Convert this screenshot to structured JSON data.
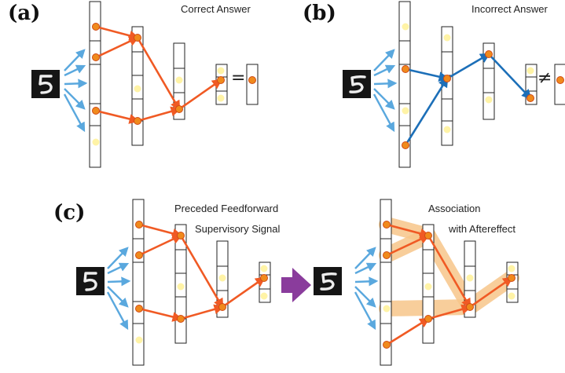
{
  "panels": {
    "a": {
      "label": "(a)",
      "caption": "Correct Answer",
      "relation": "="
    },
    "b": {
      "label": "(b)",
      "caption": "Incorrect Answer",
      "relation": "≠"
    },
    "c": {
      "label": "(c)",
      "left_caption_1": "Preceded Feedforward",
      "left_caption_2": "Supervisory Signal",
      "right_caption_1": "Association",
      "right_caption_2": "with Aftereffect"
    }
  },
  "input_digit": "5",
  "colors": {
    "correct_path": "#f05a24",
    "incorrect_path": "#1c6fb8",
    "input_arrows": "#5aa8de",
    "inactive_node": "#fff3a6",
    "active_node": "#f08a1c",
    "aftereffect_glow": "#f7c58a",
    "transition_arrow": "#8a3c9c"
  }
}
